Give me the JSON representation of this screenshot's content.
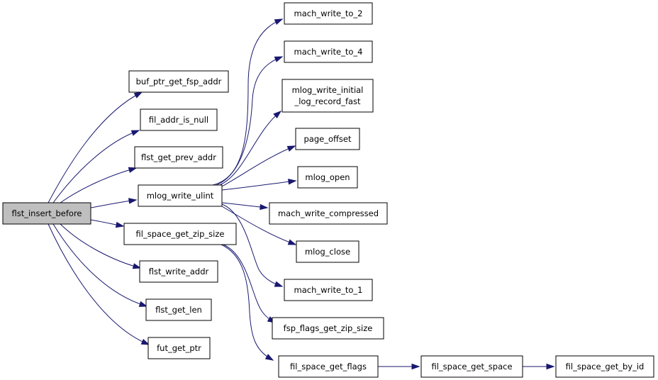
{
  "graph": {
    "root": "flst_insert_before",
    "nodes": {
      "flst_insert_before": {
        "label": [
          "flst_insert_before"
        ],
        "root": true
      },
      "buf_ptr_get_fsp_addr": {
        "label": [
          "buf_ptr_get_fsp_addr"
        ]
      },
      "fil_addr_is_null": {
        "label": [
          "fil_addr_is_null"
        ]
      },
      "flst_get_prev_addr": {
        "label": [
          "flst_get_prev_addr"
        ]
      },
      "mlog_write_ulint": {
        "label": [
          "mlog_write_ulint"
        ]
      },
      "fil_space_get_zip_size": {
        "label": [
          "fil_space_get_zip_size"
        ]
      },
      "flst_write_addr": {
        "label": [
          "flst_write_addr"
        ]
      },
      "flst_get_len": {
        "label": [
          "flst_get_len"
        ]
      },
      "fut_get_ptr": {
        "label": [
          "fut_get_ptr"
        ]
      },
      "mach_write_to_2": {
        "label": [
          "mach_write_to_2"
        ]
      },
      "mach_write_to_4": {
        "label": [
          "mach_write_to_4"
        ]
      },
      "mlog_write_initial_log_record_fast": {
        "label": [
          "mlog_write_initial",
          "_log_record_fast"
        ]
      },
      "page_offset": {
        "label": [
          "page_offset"
        ]
      },
      "mlog_open": {
        "label": [
          "mlog_open"
        ]
      },
      "mach_write_compressed": {
        "label": [
          "mach_write_compressed"
        ]
      },
      "mlog_close": {
        "label": [
          "mlog_close"
        ]
      },
      "mach_write_to_1": {
        "label": [
          "mach_write_to_1"
        ]
      },
      "fsp_flags_get_zip_size": {
        "label": [
          "fsp_flags_get_zip_size"
        ]
      },
      "fil_space_get_flags": {
        "label": [
          "fil_space_get_flags"
        ]
      },
      "fil_space_get_space": {
        "label": [
          "fil_space_get_space"
        ]
      },
      "fil_space_get_by_id": {
        "label": [
          "fil_space_get_by_id"
        ]
      }
    },
    "edges": [
      [
        "flst_insert_before",
        "buf_ptr_get_fsp_addr"
      ],
      [
        "flst_insert_before",
        "fil_addr_is_null"
      ],
      [
        "flst_insert_before",
        "flst_get_prev_addr"
      ],
      [
        "flst_insert_before",
        "mlog_write_ulint"
      ],
      [
        "flst_insert_before",
        "fil_space_get_zip_size"
      ],
      [
        "flst_insert_before",
        "flst_write_addr"
      ],
      [
        "flst_insert_before",
        "flst_get_len"
      ],
      [
        "flst_insert_before",
        "fut_get_ptr"
      ],
      [
        "mlog_write_ulint",
        "mach_write_to_2"
      ],
      [
        "mlog_write_ulint",
        "mach_write_to_4"
      ],
      [
        "mlog_write_ulint",
        "mlog_write_initial_log_record_fast"
      ],
      [
        "mlog_write_ulint",
        "page_offset"
      ],
      [
        "mlog_write_ulint",
        "mlog_open"
      ],
      [
        "mlog_write_ulint",
        "mach_write_compressed"
      ],
      [
        "mlog_write_ulint",
        "mlog_close"
      ],
      [
        "mlog_write_ulint",
        "mach_write_to_1"
      ],
      [
        "fil_space_get_zip_size",
        "fsp_flags_get_zip_size"
      ],
      [
        "fil_space_get_zip_size",
        "fil_space_get_flags"
      ],
      [
        "fil_space_get_flags",
        "fil_space_get_space"
      ],
      [
        "fil_space_get_space",
        "fil_space_get_by_id"
      ]
    ],
    "colors": {
      "edge": "#191970",
      "root_fill": "#bfbfbf",
      "node_fill": "#ffffff",
      "node_stroke": "#000000"
    }
  }
}
